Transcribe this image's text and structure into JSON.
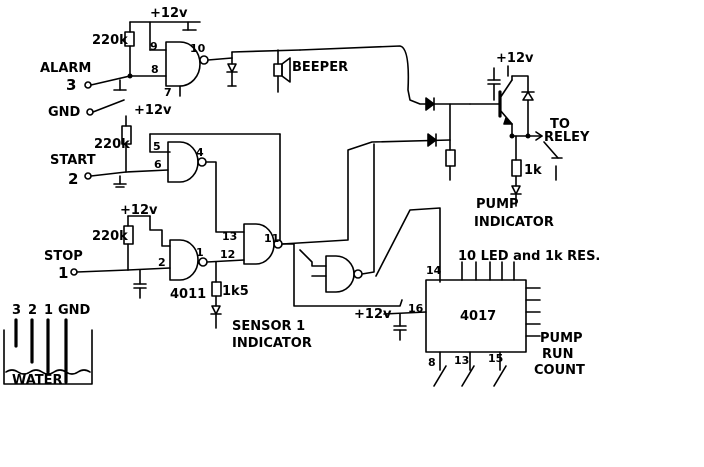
{
  "labels": {
    "supply": "+12v",
    "r220k": "220k",
    "alarm": "ALARM",
    "gnd": "GND",
    "beeper": "BEEPER",
    "start": "START",
    "stop": "STOP",
    "chip_4011": "4011",
    "r1k5": "1k5",
    "sensor_indicator_1": "SENSOR 1",
    "sensor_indicator_2": "INDICATOR",
    "to_relay_1": "TO",
    "to_relay_2": "RELEY",
    "r1k": "1k",
    "pump_indicator_1": "PUMP",
    "pump_indicator_2": "INDICATOR",
    "chip_4017": "4017",
    "led_note": "10 LED and 1k RES.",
    "pump_run_1": "PUMP",
    "pump_run_2": "RUN",
    "pump_run_3": "COUNT",
    "water": "WATER",
    "input_alarm_num": "3",
    "input_start_num": "2",
    "input_stop_num": "1",
    "probe_3": "3",
    "probe_2": "2",
    "probe_1": "1",
    "probe_gnd": "GND"
  },
  "pins": {
    "p9": "9",
    "p8": "8",
    "p10": "10",
    "p7": "7",
    "p5": "5",
    "p6": "6",
    "p4": "4",
    "p13": "13",
    "p12": "12",
    "p11": "11",
    "p2": "2",
    "p1": "1",
    "p14": "14",
    "p16": "16",
    "p8b": "8",
    "p13b": "13",
    "p15": "15"
  }
}
